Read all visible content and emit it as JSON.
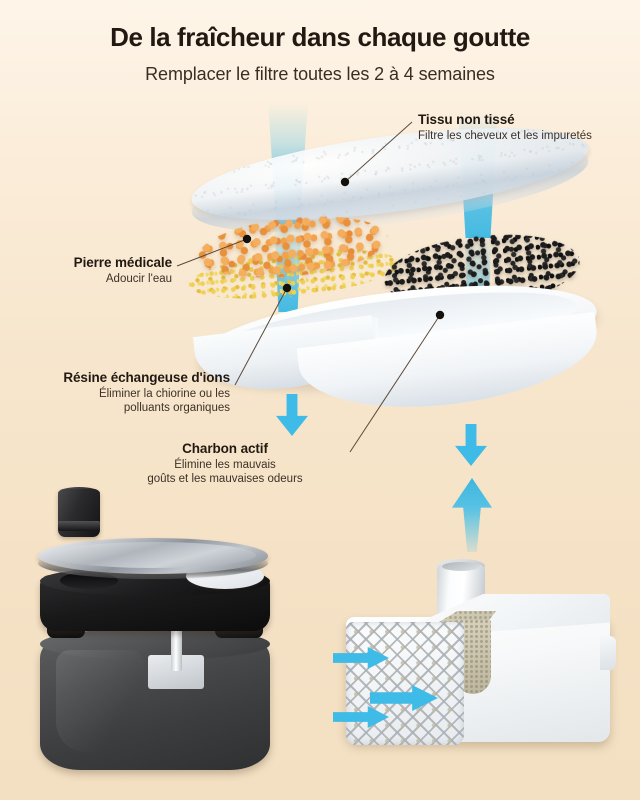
{
  "header": {
    "title": "De la fraîcheur dans chaque goutte",
    "subtitle": "Remplacer le filtre toutes les 2 à 4 semaines"
  },
  "theme": {
    "background_top": "#FEF5E9",
    "background_bottom": "#F3DFC1",
    "title_color": "#231812",
    "label_title_color": "#221A12",
    "label_desc_color": "#3D3127",
    "water_blue": "#3EBBE6",
    "stream_blue": "#3AB8E4",
    "orange_granule": "#E8903A",
    "yellow_granule": "#E3BE3F",
    "carbon_black": "#1C1C1C"
  },
  "callouts": [
    {
      "id": "nonwoven",
      "title": "Tissu non tissé",
      "desc": "Filtre les cheveux et les impuretés"
    },
    {
      "id": "medical-stone",
      "title": "Pierre médicale",
      "desc": "Adoucir l'eau"
    },
    {
      "id": "ion-resin",
      "title": "Résine échangeuse d'ions",
      "desc_line1": "Éliminer la chiorine ou les",
      "desc_line2": "polluants organiques"
    },
    {
      "id": "active-carbon",
      "title": "Charbon actif",
      "desc_line1": "Élimine les mauvais",
      "desc_line2": "goûts et les mauvaises odeurs"
    }
  ],
  "illustration": {
    "nonwoven_pad": "nonwoven-filter-pad",
    "housing_tray": "white-filter-housing-tray",
    "orange_granules": "medical-stone-granules",
    "yellow_granules": "ion-exchange-resin-granules",
    "black_granules": "activated-carbon-granules",
    "fountain": "pet-water-fountain-exploded-view",
    "pump": "water-pump-with-intake-grille",
    "water_streams": 4,
    "down_arrows": 2,
    "up_arrows": 1,
    "right_arrows": 3
  }
}
